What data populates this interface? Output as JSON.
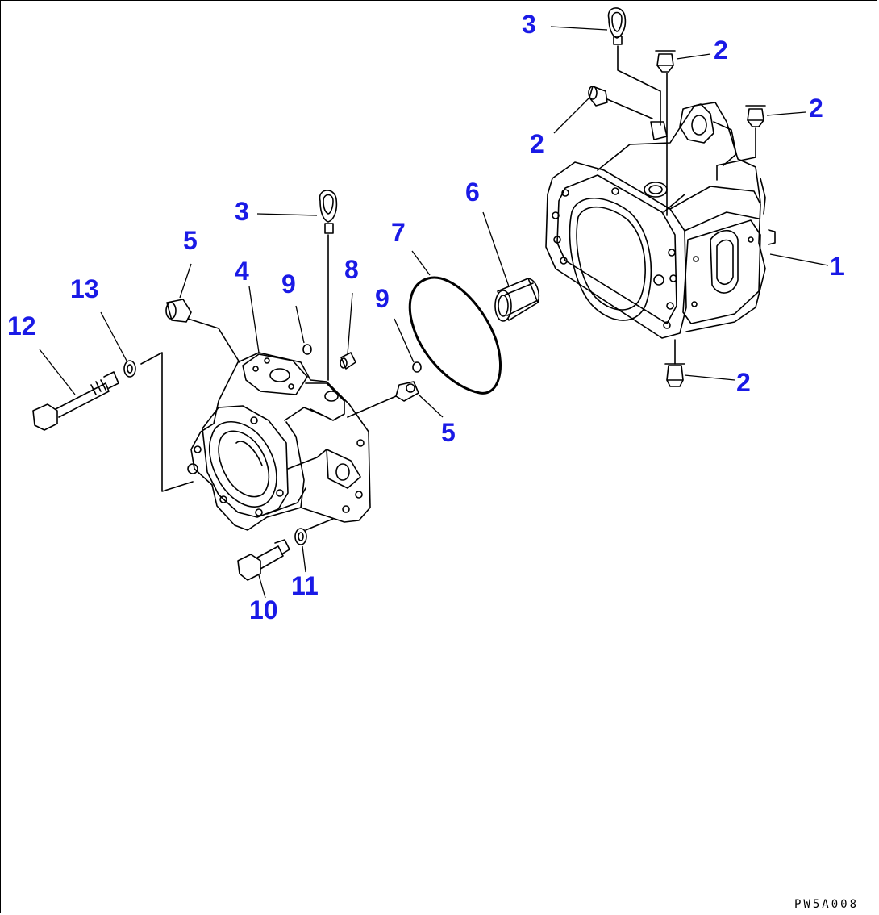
{
  "colors": {
    "callout": "#1a1ae6",
    "line": "#000000",
    "background": "#ffffff"
  },
  "callouts": [
    {
      "id": "c1",
      "label": "1"
    },
    {
      "id": "c2a",
      "label": "2"
    },
    {
      "id": "c2b",
      "label": "2"
    },
    {
      "id": "c2c",
      "label": "2"
    },
    {
      "id": "c2d",
      "label": "2"
    },
    {
      "id": "c3a",
      "label": "3"
    },
    {
      "id": "c3b",
      "label": "3"
    },
    {
      "id": "c4",
      "label": "4"
    },
    {
      "id": "c5a",
      "label": "5"
    },
    {
      "id": "c5b",
      "label": "5"
    },
    {
      "id": "c6",
      "label": "6"
    },
    {
      "id": "c7",
      "label": "7"
    },
    {
      "id": "c8",
      "label": "8"
    },
    {
      "id": "c9a",
      "label": "9"
    },
    {
      "id": "c9b",
      "label": "9"
    },
    {
      "id": "c10",
      "label": "10"
    },
    {
      "id": "c11",
      "label": "11"
    },
    {
      "id": "c12",
      "label": "12"
    },
    {
      "id": "c13",
      "label": "13"
    }
  ],
  "drawing_code": "PW5A008"
}
